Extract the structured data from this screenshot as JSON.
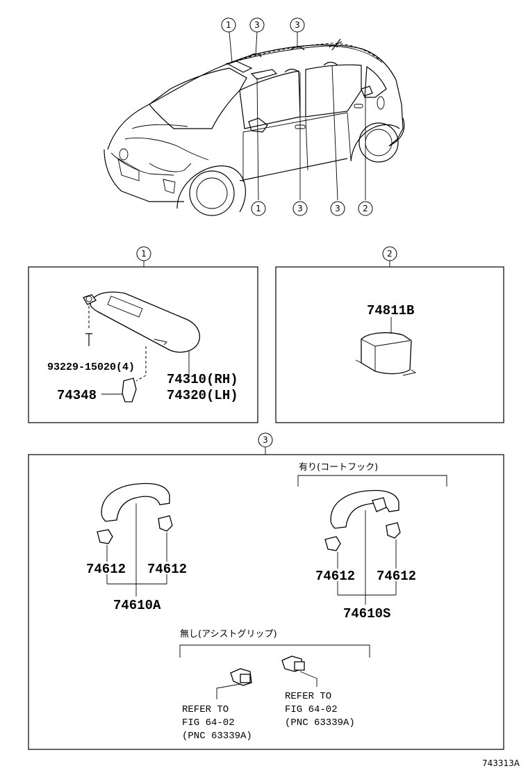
{
  "overview": {
    "callouts_top": [
      "1",
      "3",
      "3"
    ],
    "callouts_bottom": [
      "1",
      "3",
      "3",
      "2"
    ]
  },
  "panel1": {
    "index": "1",
    "screw": "93229-15020(4)",
    "holder": "74348",
    "visor_rh": "74310(RH)",
    "visor_lh": "74320(LH)"
  },
  "panel2": {
    "index": "2",
    "lamp": "74811B"
  },
  "panel3": {
    "index": "3",
    "left": {
      "clip_l": "74612",
      "clip_r": "74612",
      "assy": "74610A"
    },
    "right": {
      "note": "有り(コートフック)",
      "clip_l": "74612",
      "clip_r": "74612",
      "assy": "74610S"
    },
    "bottom": {
      "note": "無し(アシストグリップ)",
      "refer_a": [
        "REFER TO",
        "FIG 64-02",
        "(PNC 63339A)"
      ],
      "refer_b": [
        "REFER TO",
        "FIG 64-02",
        "(PNC 63339A)"
      ]
    }
  },
  "figure_code": "743313A"
}
